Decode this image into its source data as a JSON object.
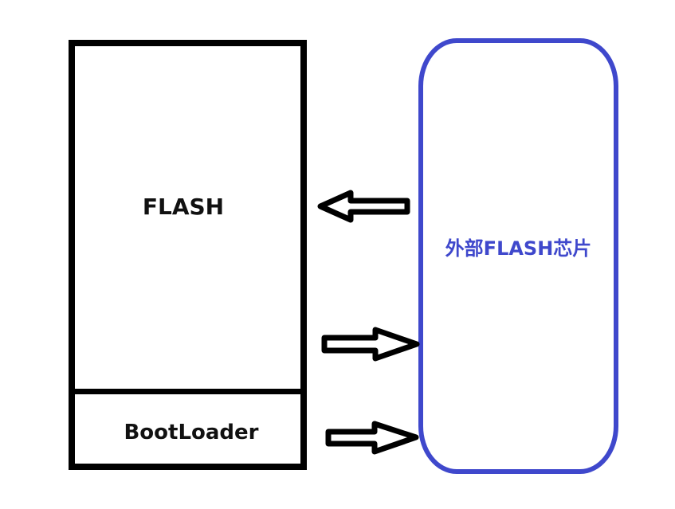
{
  "diagram": {
    "internal_flash": {
      "flash_label": "FLASH",
      "bootloader_label": "BootLoader",
      "border_color": "#000000"
    },
    "external_chip": {
      "label": "外部FLASH芯片",
      "color": "#3f48cc"
    },
    "arrows": [
      {
        "from": "external_chip",
        "to": "flash",
        "direction": "left"
      },
      {
        "from": "flash",
        "to": "external_chip",
        "direction": "right"
      },
      {
        "from": "bootloader",
        "to": "external_chip",
        "direction": "right"
      }
    ]
  }
}
